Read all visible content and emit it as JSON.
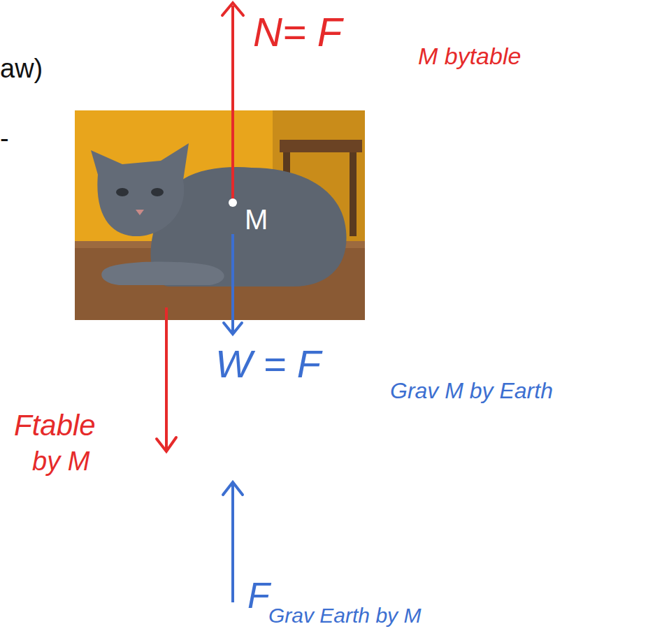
{
  "diagram": {
    "labels": [
      "aw)",
      "-",
      "N= F",
      "M bytable",
      "M",
      "W = F",
      "Grav M by Earth",
      "Ftable",
      "by M",
      "F",
      "Grav Earth by M"
    ]
  }
}
